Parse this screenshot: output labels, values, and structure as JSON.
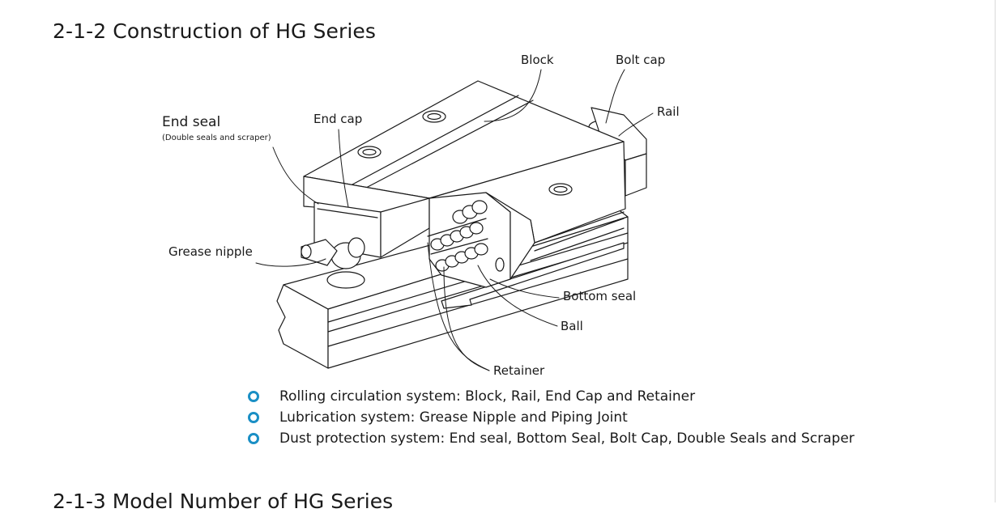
{
  "heading": "2-1-2 Construction of HG Series",
  "next_heading": "2-1-3 Model Number of HG Series",
  "accent_color": "#1a8fc5",
  "diagram": {
    "labels": {
      "block": "Block",
      "bolt_cap": "Bolt cap",
      "rail": "Rail",
      "end_seal": "End seal",
      "end_seal_note": "(Double seals and scraper)",
      "end_cap": "End cap",
      "grease_nipple": "Grease nipple",
      "bottom_seal": "Bottom seal",
      "ball": "Ball",
      "retainer": "Retainer"
    }
  },
  "bullets": [
    "Rolling circulation system: Block, Rail, End Cap and Retainer",
    "Lubrication system: Grease Nipple and Piping Joint",
    "Dust protection system: End seal, Bottom Seal, Bolt Cap, Double Seals and Scraper"
  ]
}
